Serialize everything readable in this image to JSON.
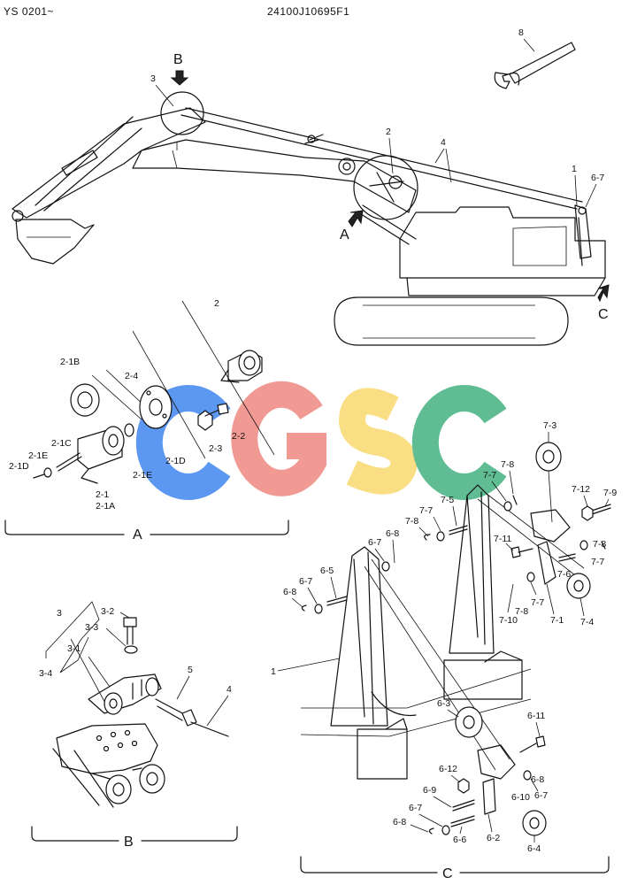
{
  "header": {
    "left_code": "YS 0201~",
    "center_code": "24100J10695F1"
  },
  "watermark": {
    "letters": [
      "C",
      "G",
      "S",
      "C"
    ],
    "colors": [
      "#4f8ff0",
      "#f0928c",
      "#f9dc7a",
      "#52b78a"
    ]
  },
  "view_arrows": {
    "a": "A",
    "b": "B",
    "c": "C"
  },
  "sections": {
    "a": "A",
    "b": "B",
    "c": "C"
  },
  "overview_labels": {
    "p8": "8",
    "p3": "3",
    "p2": "2",
    "p4": "4",
    "p1": "1",
    "p67": "6-7"
  },
  "section_a_labels": {
    "p2": "2",
    "p21b": "2-1B",
    "p24": "2-4",
    "p22": "2-2",
    "p23": "2-3",
    "p21d_right": "2-1D",
    "p21e_right": "2-1E",
    "p21c": "2-1C",
    "p21e_left": "2-1E",
    "p21d_left": "2-1D",
    "p21": "2-1",
    "p21a": "2-1A"
  },
  "section_b_labels": {
    "p3": "3",
    "p32": "3-2",
    "p33": "3-3",
    "p31": "3-1",
    "p34": "3-4",
    "p5": "5",
    "p4": "4"
  },
  "section_c_labels": {
    "p73": "7-3",
    "p78a": "7-8",
    "p77a": "7-7",
    "p75": "7-5",
    "p712": "7-12",
    "p79": "7-9",
    "p78b": "7-8",
    "p77b": "7-7",
    "p711": "7-11",
    "p78c": "7-8",
    "p77c": "7-7",
    "p76": "7-6",
    "p77d": "7-7",
    "p78d": "7-8",
    "p710": "7-10",
    "p71": "7-1",
    "p74": "7-4",
    "p67a": "6-7",
    "p68a": "6-8",
    "p65": "6-5",
    "p67b": "6-7",
    "p68b": "6-8",
    "p1": "1",
    "p63": "6-3",
    "p611": "6-11",
    "p612": "6-12",
    "p68c": "6-8",
    "p69": "6-9",
    "p67c": "6-7",
    "p610": "6-10",
    "p67d": "6-7",
    "p68d": "6-8",
    "p66": "6-6",
    "p62": "6-2",
    "p64": "6-4"
  }
}
